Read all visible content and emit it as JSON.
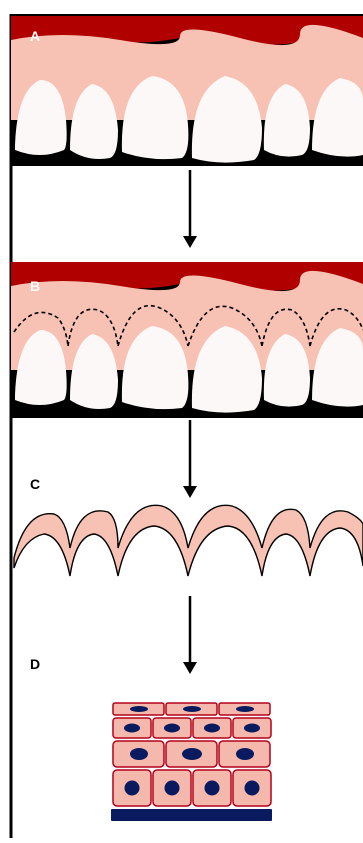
{
  "panels": {
    "a": {
      "label": "A"
    },
    "b": {
      "label": "B"
    },
    "c": {
      "label": "C"
    },
    "d": {
      "label": "D"
    }
  },
  "colors": {
    "gum_dark": "#b00000",
    "gingiva": "#f7c1b3",
    "tooth": "#fdf8f8",
    "shadow": "#000000",
    "cell_fill": "#f4b8ad",
    "cell_border": "#b3001a",
    "nucleus": "#0a1a5e",
    "basement": "#0a1a5e",
    "frame": "#000000"
  },
  "icons": {
    "arrow": "arrow-down-icon",
    "cutline": "dashed-scallop-line"
  },
  "epithelium": {
    "rows_of_cells": [
      3,
      4,
      3,
      4
    ]
  }
}
